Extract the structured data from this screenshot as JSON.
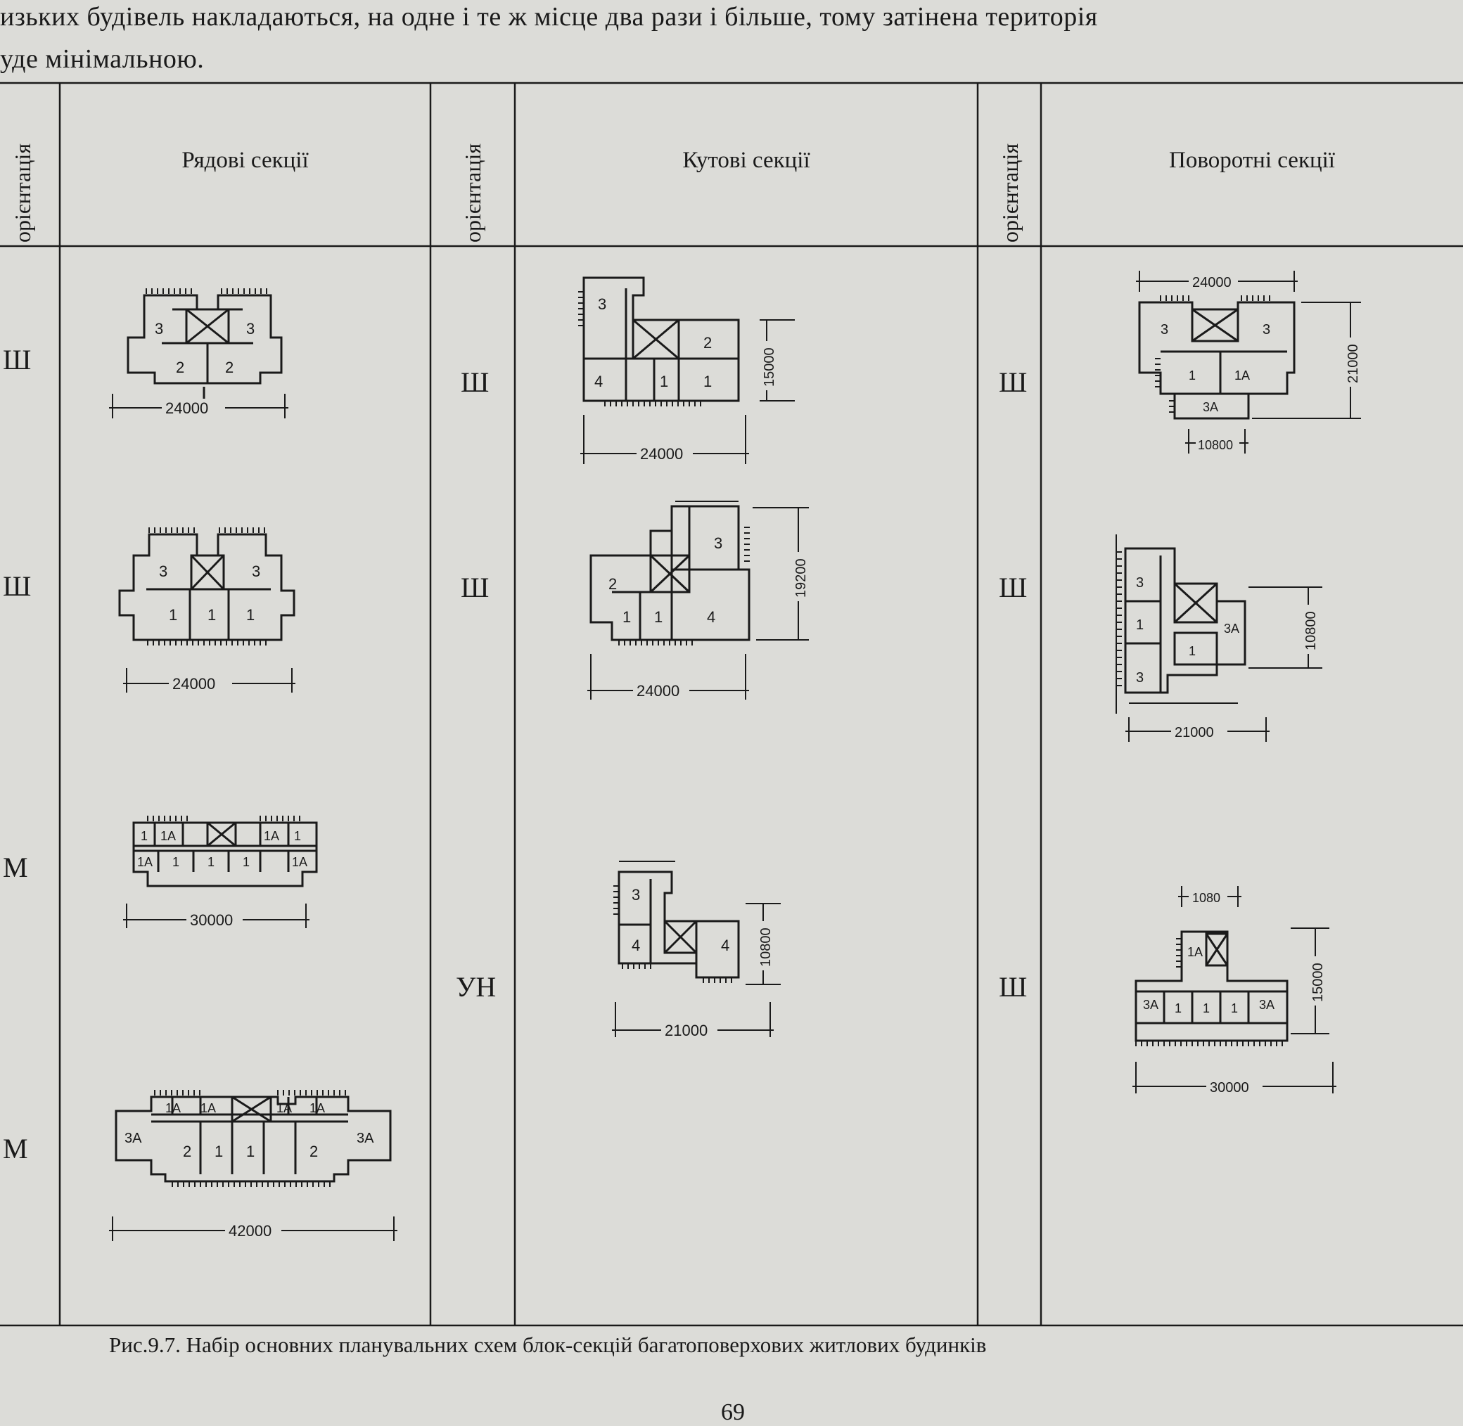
{
  "intro": {
    "line1": "изьких будівель накладаються, на одне і те ж місце два рази і більше, тому затінена територія",
    "line2": "уде мінімальною."
  },
  "table": {
    "orient_header": "орієнтація",
    "col1_header": "Рядові секції",
    "col2_header": "Кутові секції",
    "col3_header": "Поворотні секції",
    "col1": [
      {
        "orientation": "Ш",
        "dims": [
          "24000"
        ]
      },
      {
        "orientation": "Ш",
        "dims": [
          "24000"
        ]
      },
      {
        "orientation": "М",
        "dims": [
          "30000"
        ]
      },
      {
        "orientation": "М",
        "dims": [
          "42000"
        ]
      }
    ],
    "col2": [
      {
        "orientation": "Ш",
        "dims": [
          "24000",
          "15000"
        ]
      },
      {
        "orientation": "Ш",
        "dims": [
          "24000",
          "19200"
        ]
      },
      {
        "orientation": "УН",
        "dims": [
          "21000",
          "10800"
        ]
      }
    ],
    "col3": [
      {
        "orientation": "Ш",
        "dims": [
          "24000",
          "21000",
          "10800"
        ]
      },
      {
        "orientation": "Ш",
        "dims": [
          "21000",
          "10800"
        ]
      },
      {
        "orientation": "Ш",
        "dims": [
          "1080",
          "30000",
          "15000"
        ]
      }
    ]
  },
  "caption": "Рис.9.7. Набір основних планувальних схем блок-секцій багатоповерхових житлових будинків",
  "page_number": "69"
}
